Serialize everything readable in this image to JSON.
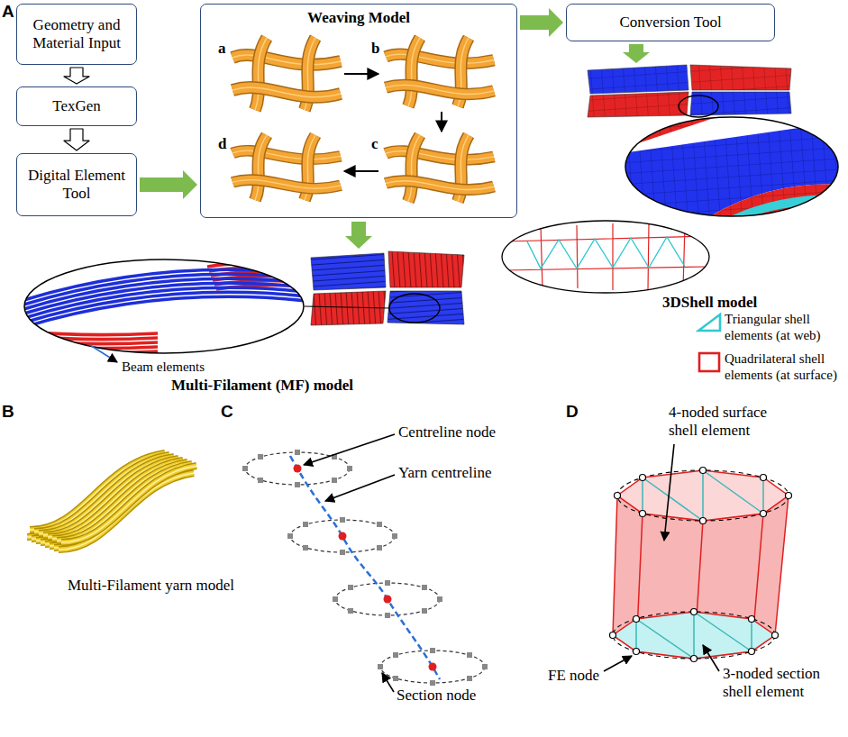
{
  "diagram": {
    "nodes": [
      {
        "text": [
          "Geometry and Material Input"
        ]
      },
      {
        "text": [
          "TexGen"
        ]
      },
      {
        "text": [
          "Digital Element Tool"
        ]
      },
      {
        "text": [
          "Weaving Model"
        ]
      },
      {
        "text": [
          "Conversion Tool"
        ]
      }
    ],
    "edges": [
      {
        "from": 0,
        "to": 1,
        "arrow": "to"
      },
      {
        "from": 1,
        "to": 2,
        "arrow": "to"
      },
      {
        "from": 2,
        "to": 3,
        "arrow": "to"
      },
      {
        "from": 3,
        "to": 4,
        "arrow": "to"
      }
    ],
    "labels": [
      "A",
      "a",
      "b",
      "c",
      "d",
      "Beam elements",
      "Multi-Filament (MF) model",
      "3DShell model",
      "B",
      "Multi-Filament yarn model",
      "C",
      "Centreline node",
      "Yarn centreline",
      "Section node",
      "D",
      "4-noded surface shell element",
      "FE node",
      "3-noded section shell element"
    ],
    "legend": [
      {
        "text": "Triangular shell elements (at web)"
      },
      {
        "text": "Quadrilateral shell elements (at surface)"
      }
    ]
  }
}
